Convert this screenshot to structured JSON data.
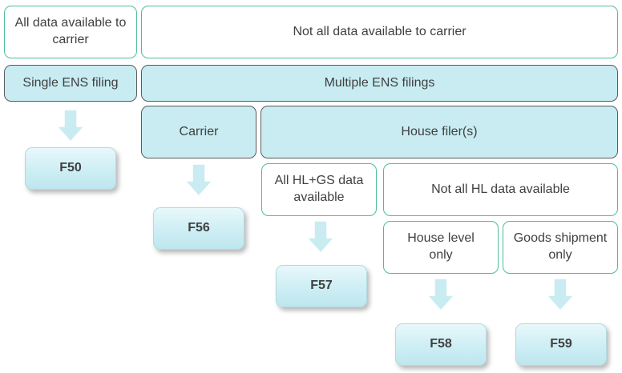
{
  "header": {
    "all_data": "All data available to carrier",
    "not_all_data": "Not all data available to carrier"
  },
  "filing": {
    "single": "Single ENS filing",
    "multiple": "Multiple ENS filings"
  },
  "filer": {
    "carrier": "Carrier",
    "house": "House filer(s)"
  },
  "house_split": {
    "all_hl_gs": "All HL+GS data available",
    "not_all_hl": "Not all HL data available"
  },
  "level": {
    "house_level": "House level only",
    "goods_shipment": "Goods shipment only"
  },
  "forms": {
    "f50": "F50",
    "f56": "F56",
    "f57": "F57",
    "f58": "F58",
    "f59": "F59"
  },
  "colors": {
    "outline_border": "#4dbd96",
    "fill_background": "#c8ecf2",
    "arrow": "#c8ecf2"
  }
}
